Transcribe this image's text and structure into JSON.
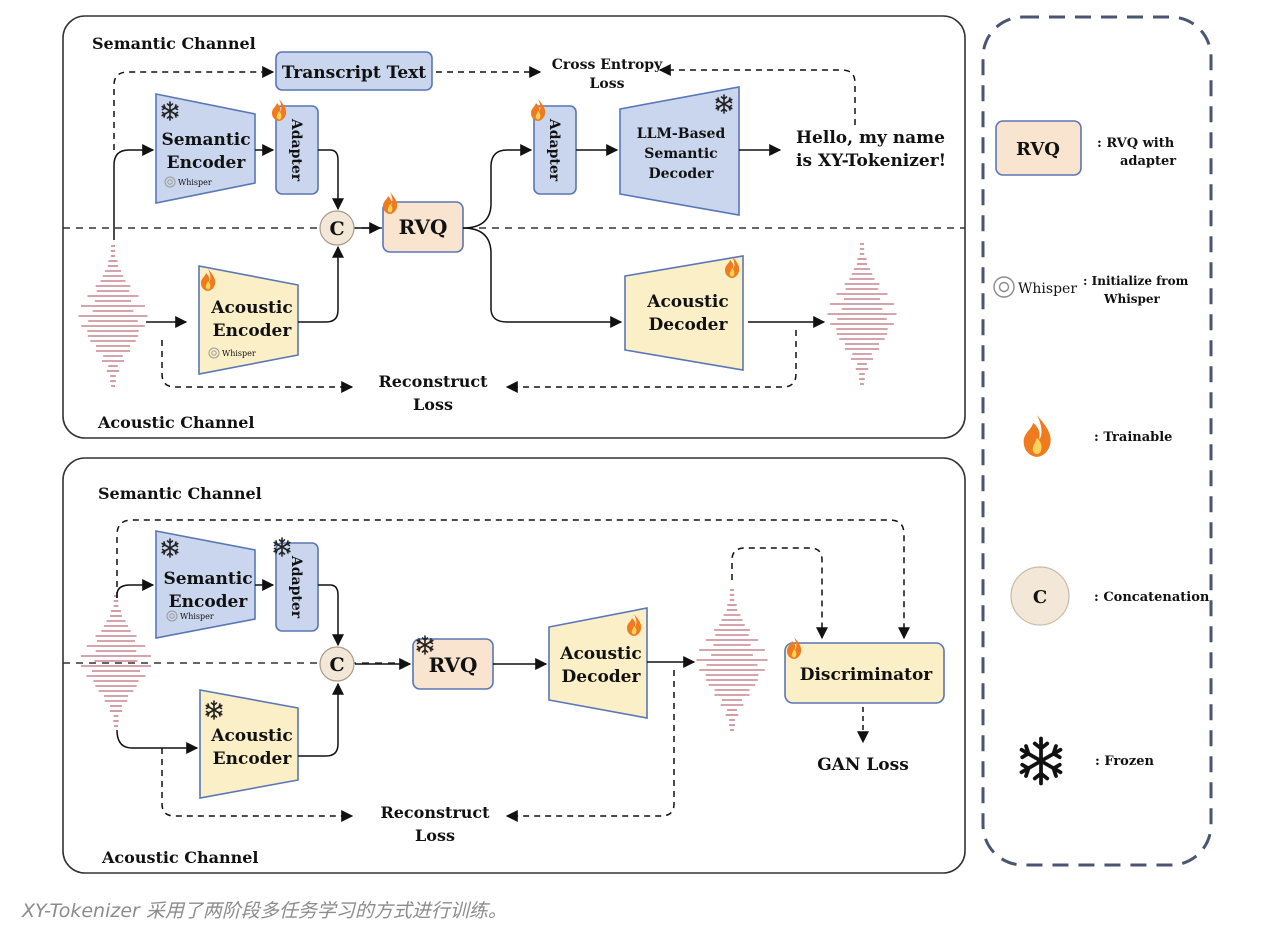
{
  "top": {
    "semantic_channel": "Semantic Channel",
    "acoustic_channel": "Acoustic Channel",
    "transcript_text": "Transcript Text",
    "cross_entropy_loss": [
      "Cross Entropy",
      "Loss"
    ],
    "semantic_encoder": [
      "Semantic",
      "Encoder"
    ],
    "adapter": "Adapter",
    "concat": "C",
    "rvq": "RVQ",
    "llm_decoder": [
      "LLM-Based",
      "Semantic",
      "Decoder"
    ],
    "output_text": [
      "Hello, my name",
      "is XY-Tokenizer!"
    ],
    "acoustic_encoder": [
      "Acoustic",
      "Encoder"
    ],
    "acoustic_decoder": [
      "Acoustic",
      "Decoder"
    ],
    "reconstruct_loss": [
      "Reconstruct",
      "Loss"
    ],
    "whisper": "Whisper"
  },
  "bottom": {
    "semantic_channel": "Semantic Channel",
    "acoustic_channel": "Acoustic Channel",
    "semantic_encoder": [
      "Semantic",
      "Encoder"
    ],
    "adapter": "Adapter",
    "concat": "C",
    "rvq": "RVQ",
    "acoustic_decoder": [
      "Acoustic",
      "Decoder"
    ],
    "acoustic_encoder": [
      "Acoustic",
      "Encoder"
    ],
    "discriminator": "Discriminator",
    "gan_loss": "GAN Loss",
    "reconstruct_loss": [
      "Reconstruct",
      "Loss"
    ],
    "whisper": "Whisper"
  },
  "legend": {
    "rvq_symbol": "RVQ",
    "rvq_desc": [
      ": RVQ with",
      "adapter"
    ],
    "whisper_symbol": "Whisper",
    "whisper_desc": [
      ": Initialize from",
      "Whisper"
    ],
    "trainable_desc": ": Trainable",
    "concat_symbol": "C",
    "concat_desc": ": Concatenation",
    "frozen_desc": ": Frozen"
  },
  "caption": "XY-Tokenizer 采用了两阶段多任务学习的方式进行训练。",
  "colors": {
    "encoder_blue": "#c9d6ee",
    "encoder_blue_stroke": "#5a76b6",
    "acoustic_yellow": "#fbefc8",
    "rvq_peach": "#f8e4cf",
    "concat_fill": "#f3e7d8",
    "border": "#444444",
    "waveform": "#c8878f",
    "flame": "#f07a1e"
  }
}
